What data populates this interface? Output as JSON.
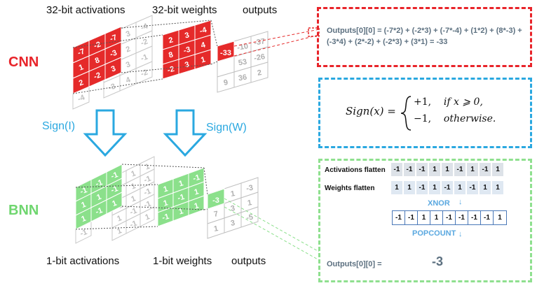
{
  "top_labels": {
    "activations": "32-bit activations",
    "weights": "32-bit weights",
    "outputs": "outputs"
  },
  "bottom_labels": {
    "activations": "1-bit activations",
    "weights": "1-bit weights",
    "outputs": "outputs"
  },
  "rows": {
    "cnn": "CNN",
    "bnn": "BNN"
  },
  "arrows": {
    "left": "Sign(I)",
    "right": "Sign(W)"
  },
  "cnn_activations": [
    [
      "-7",
      "-2",
      "-7"
    ],
    [
      "1",
      "8",
      "-3"
    ],
    [
      "2",
      "-2",
      "3"
    ]
  ],
  "cnn_activations_back": [
    "1",
    "3",
    "-4",
    "-2",
    "2",
    "-2",
    "-3",
    "3",
    "-1",
    "-3",
    "4",
    "-2",
    "-4",
    "-3"
  ],
  "cnn_weights": [
    [
      "2",
      "3",
      "-4"
    ],
    [
      "8",
      "-3",
      "4"
    ],
    [
      "-2",
      "3",
      "1"
    ]
  ],
  "cnn_outputs": {
    "highlight": "-33",
    "others": [
      "-10",
      "-37",
      "53",
      "-26",
      "1",
      "9",
      "36",
      "2"
    ]
  },
  "bnn_activations_back": [
    "1",
    "1",
    "1",
    "1",
    "1",
    "-1",
    "-1",
    "1",
    "-1",
    "1",
    "-1",
    "-1",
    "1",
    "-1",
    "1"
  ],
  "bnn_activations_front": [
    "-1",
    "-1",
    "-1",
    "1",
    "1",
    "-1",
    "1",
    "-1",
    "1"
  ],
  "bnn_weights": [
    "1",
    "1",
    "-1",
    "1",
    "-1",
    "1",
    "-1",
    "1",
    "1"
  ],
  "bnn_outputs": {
    "highlight": "-3",
    "others": [
      "1",
      "-3",
      "7",
      "3",
      "1",
      "1",
      "3",
      "-5"
    ]
  },
  "formula_cnn": "Outputs[0][0] = (-7*2) + (-2*3) + (-7*-4) + (1*2) + (8*-3) + (-3*4) + (2*-2) + (-2*3) + (3*1) = -33",
  "sign_fn": {
    "lhs": "Sign(x) =",
    "case1_val": "+1,",
    "case1_cond": "if x ⩾ 0,",
    "case2_val": "−1,",
    "case2_cond": "otherwise."
  },
  "green_panel": {
    "act_label": "Activations flatten",
    "act": [
      "-1",
      "-1",
      "-1",
      "1",
      "1",
      "-1",
      "1",
      "-1",
      "1"
    ],
    "w_label": "Weights flatten",
    "w": [
      "1",
      "1",
      "-1",
      "1",
      "-1",
      "1",
      "-1",
      "1",
      "1"
    ],
    "xnor": "XNOR",
    "xnor_out": [
      "-1",
      "-1",
      "1",
      "1",
      "-1",
      "-1",
      "-1",
      "-1",
      "1"
    ],
    "popcount": "POPCOUNT",
    "out_label": "Outputs[0][0] =",
    "out_value": "-3"
  },
  "colors": {
    "red": "#e8242a",
    "blue": "#2aa8e0",
    "green": "#8fe08f"
  }
}
